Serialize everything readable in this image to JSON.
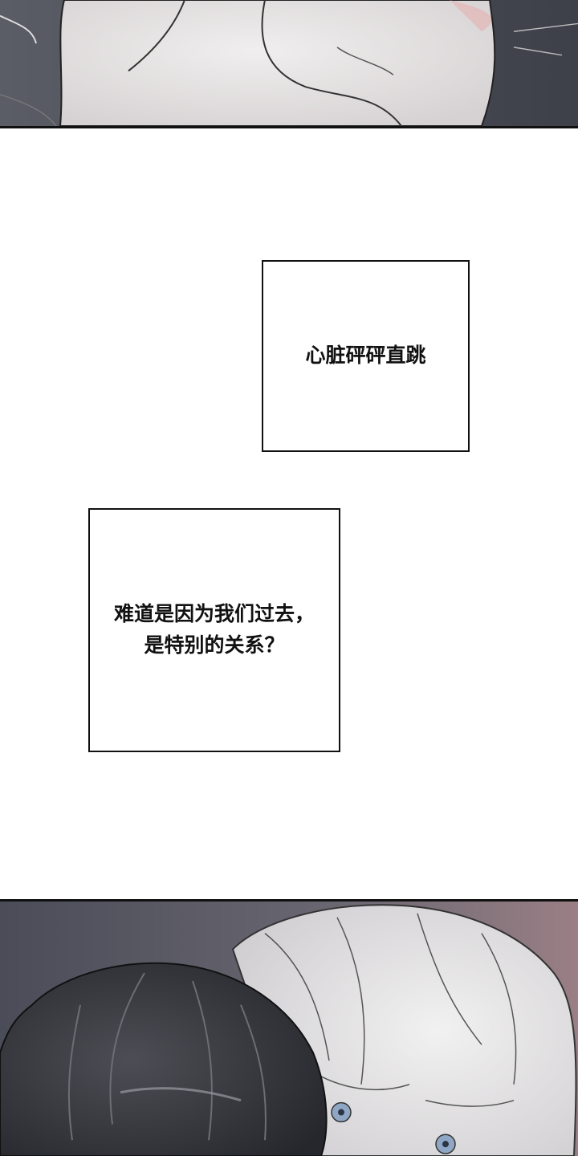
{
  "captions": [
    {
      "lines": [
        "心脏砰砰直跳"
      ]
    },
    {
      "lines": [
        "难道是因为我们过去，",
        "是特别的关系？"
      ]
    }
  ],
  "colors": {
    "ink": "#111111",
    "paper": "#ffffff",
    "shadow_gray": "#4a4c58",
    "skin_light": "#e9e6e6",
    "hair_dark": "#2f3036",
    "hair_light": "#e8e6e6",
    "eye_blue": "#8fa7c4",
    "blush": "#e9a3a3"
  }
}
